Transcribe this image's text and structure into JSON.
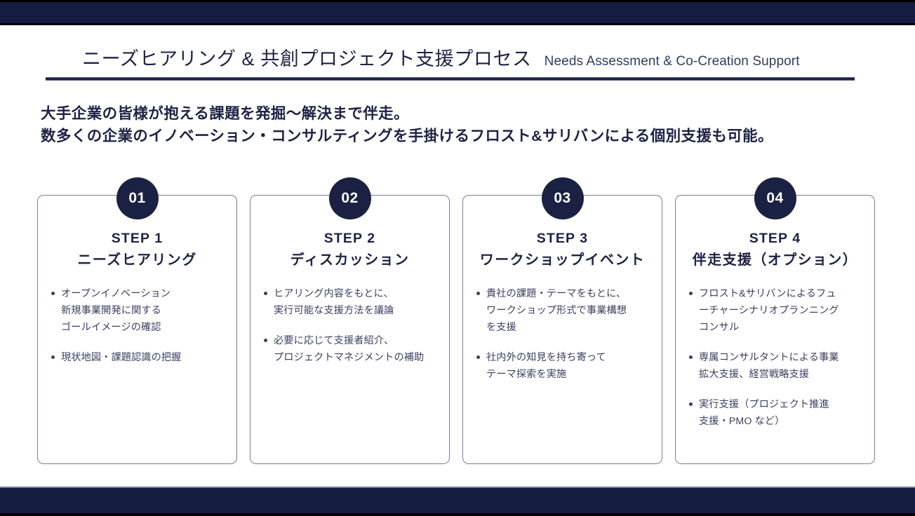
{
  "bands": {
    "top_color": "#141c40",
    "bottom_color": "#141c40"
  },
  "header": {
    "title_ja": "ニーズヒアリング & 共創プロジェクト支援プロセス",
    "title_en": "Needs Assessment & Co-Creation Support",
    "rule_color": "#1d2344"
  },
  "lead": {
    "line1": "大手企業の皆様が抱える課題を発掘〜解決まで伴走。",
    "line2": "数多くの企業のイノベーション・コンサルティングを手掛けるフロスト&サリバンによる個別支援も可能。"
  },
  "steps": [
    {
      "badge": "01",
      "step_label": "STEP 1",
      "name": "ニーズヒアリング",
      "bullets": [
        [
          "オープンイノベーション",
          "新規事業開発に関する",
          "ゴールイメージの確認"
        ],
        [
          "現状地図・課題認識の把握"
        ]
      ]
    },
    {
      "badge": "02",
      "step_label": "STEP 2",
      "name": "ディスカッション",
      "bullets": [
        [
          "ヒアリング内容をもとに、",
          "実行可能な支援方法を議論"
        ],
        [
          "必要に応じて支援者紹介、",
          "プロジェクトマネジメントの補助"
        ]
      ]
    },
    {
      "badge": "03",
      "step_label": "STEP 3",
      "name": "ワークショップイベント",
      "bullets": [
        [
          "貴社の課題・テーマをもとに、",
          "ワークショップ形式で事業構想",
          "を支援"
        ],
        [
          "社内外の知見を持ち寄って",
          "テーマ探索を実施"
        ]
      ]
    },
    {
      "badge": "04",
      "step_label": "STEP 4",
      "name": "伴走支援（オプション）",
      "bullets": [
        [
          "フロスト&サリバンによるフュ",
          "ーチャーシナリオプランニング",
          "コンサル"
        ],
        [
          "専属コンサルタントによる事業",
          "拡大支援、経営戦略支援"
        ],
        [
          "実行支援（プロジェクト推進",
          "支援・PMO など）"
        ]
      ]
    }
  ]
}
